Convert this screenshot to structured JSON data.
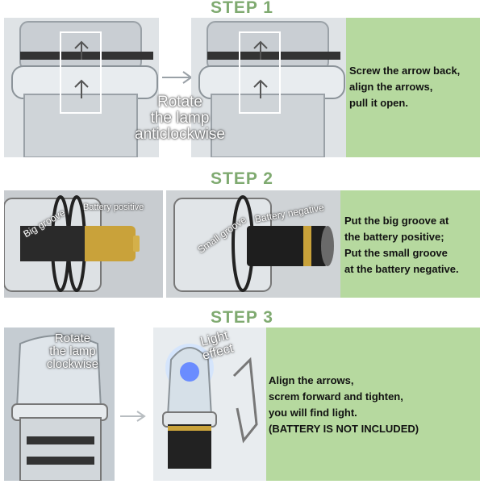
{
  "steps": [
    {
      "title": "STEP 1",
      "lines": [
        "Screw the arrow back,",
        "align the arrows,",
        "pull it open."
      ],
      "overlay": [
        "Rotate",
        "the lamp",
        "anticlockwise"
      ]
    },
    {
      "title": "STEP 2",
      "lines": [
        "Put the big groove at",
        "the battery positive;",
        "Put the small groove",
        "at the battery negative."
      ],
      "labels": {
        "big_groove": "Big groove",
        "battery_positive": "Battery positive",
        "small_groove": "Small groove",
        "battery_negative": "Battery negative"
      }
    },
    {
      "title": "STEP 3",
      "lines": [
        "Align the arrows,",
        "screm forward and tighten,",
        "you will find light.",
        "(BATTERY IS NOT INCLUDED)"
      ],
      "overlay": [
        "Rotate",
        "the lamp",
        "clockwise"
      ],
      "light_label": [
        "Light",
        "effect"
      ]
    }
  ],
  "colors": {
    "panel_bg": "#b6d99f",
    "title_green": "#7faa70"
  }
}
